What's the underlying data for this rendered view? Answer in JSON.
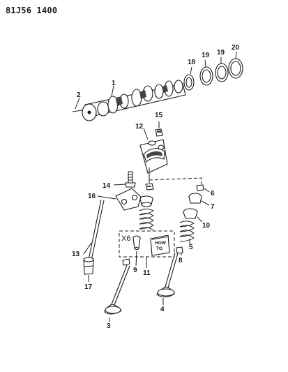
{
  "header": {
    "code": "81J56 1400"
  },
  "callouts": {
    "c1": "1",
    "c2": "2",
    "c3": "3",
    "c4": "4",
    "c5": "5",
    "c6": "6",
    "c7": "7",
    "c8": "8",
    "c9": "9",
    "c10": "10",
    "c11": "11",
    "c12": "12",
    "c13": "13",
    "c14": "14",
    "c15": "15",
    "c16": "16",
    "c17": "17",
    "c18": "18",
    "c19a": "19",
    "c19b": "19",
    "c20": "20"
  },
  "kit": {
    "quantity": "X6",
    "book_line1": "HOW",
    "book_line2": "TO"
  }
}
